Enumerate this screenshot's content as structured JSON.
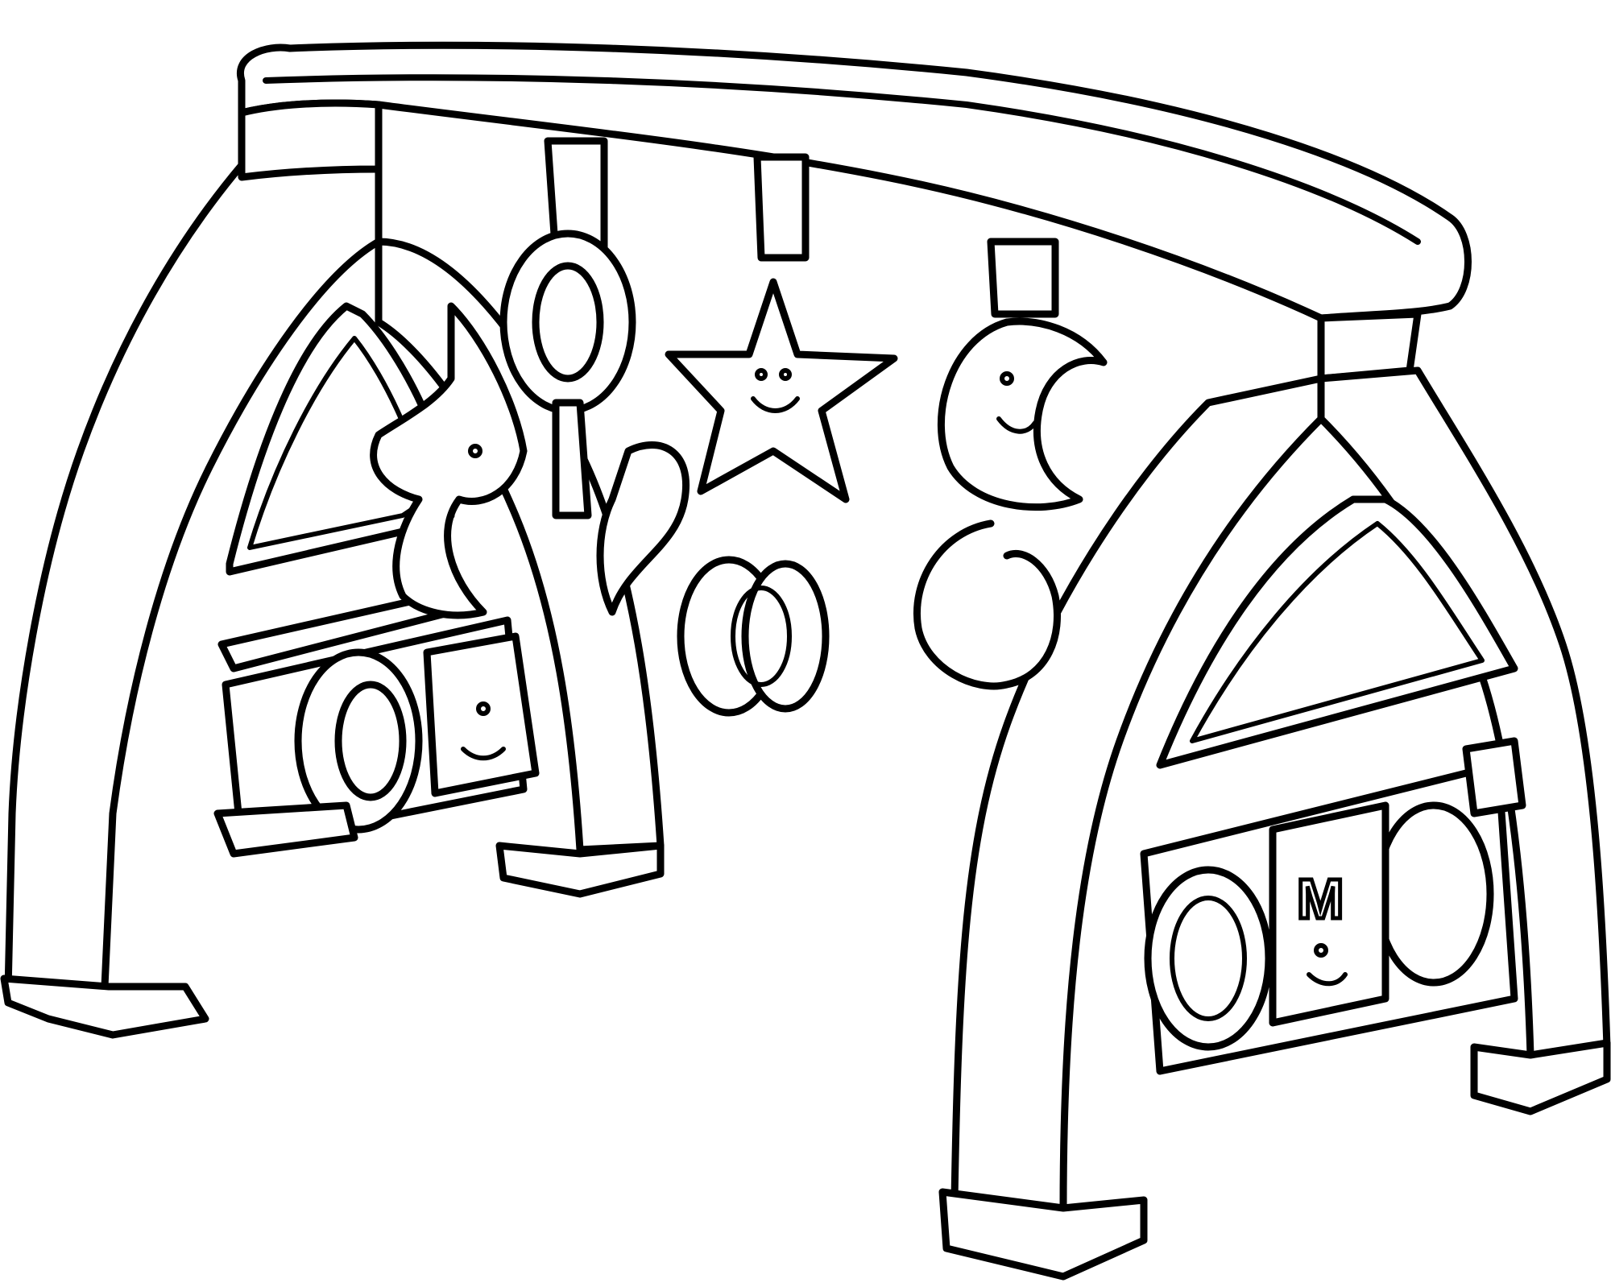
{
  "image": {
    "kind": "line-art coloring page",
    "subject": "baby play gym",
    "ink_color": "#000000",
    "paper_color": "#ffffff"
  },
  "block_letters": {
    "left_block": "",
    "right_block": "M"
  }
}
